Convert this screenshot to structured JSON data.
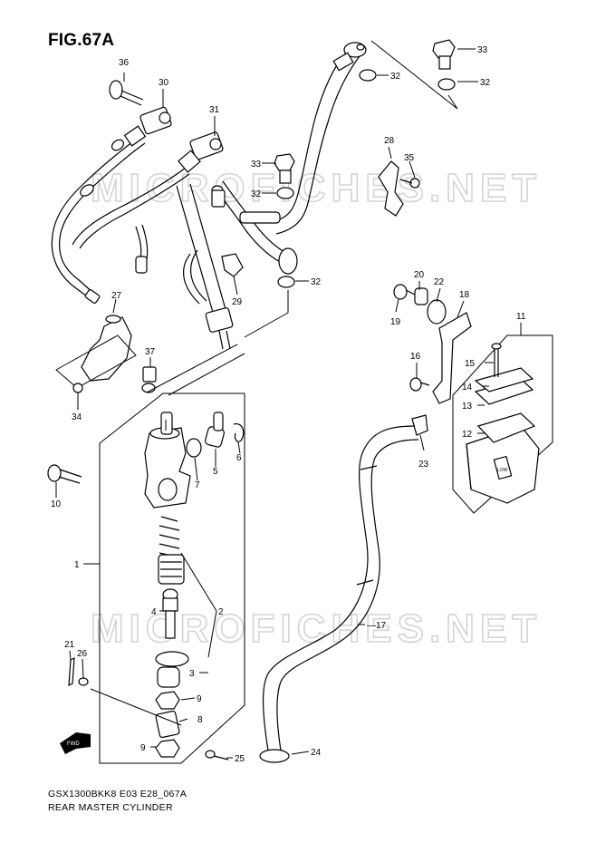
{
  "figure": {
    "title": "FIG.67A",
    "model_code": "GSX1300BKK8 E03 E28_067A",
    "section_name": "REAR MASTER CYLINDER"
  },
  "watermark": "MICROFICHES.NET",
  "callouts": [
    {
      "id": "c1",
      "label": "1"
    },
    {
      "id": "c2",
      "label": "2"
    },
    {
      "id": "c3",
      "label": "3"
    },
    {
      "id": "c4",
      "label": "4"
    },
    {
      "id": "c5",
      "label": "5"
    },
    {
      "id": "c6",
      "label": "6"
    },
    {
      "id": "c7",
      "label": "7"
    },
    {
      "id": "c8",
      "label": "8"
    },
    {
      "id": "c9a",
      "label": "9"
    },
    {
      "id": "c9b",
      "label": "9"
    },
    {
      "id": "c10",
      "label": "10"
    },
    {
      "id": "c11",
      "label": "11"
    },
    {
      "id": "c12",
      "label": "12"
    },
    {
      "id": "c13",
      "label": "13"
    },
    {
      "id": "c14",
      "label": "14"
    },
    {
      "id": "c15",
      "label": "15"
    },
    {
      "id": "c16",
      "label": "16"
    },
    {
      "id": "c17",
      "label": "17"
    },
    {
      "id": "c18",
      "label": "18"
    },
    {
      "id": "c19",
      "label": "19"
    },
    {
      "id": "c20",
      "label": "20"
    },
    {
      "id": "c21",
      "label": "21"
    },
    {
      "id": "c22",
      "label": "22"
    },
    {
      "id": "c23",
      "label": "23"
    },
    {
      "id": "c24",
      "label": "24"
    },
    {
      "id": "c25",
      "label": "25"
    },
    {
      "id": "c26",
      "label": "26"
    },
    {
      "id": "c27",
      "label": "27"
    },
    {
      "id": "c28",
      "label": "28"
    },
    {
      "id": "c29",
      "label": "29"
    },
    {
      "id": "c30",
      "label": "30"
    },
    {
      "id": "c31",
      "label": "31"
    },
    {
      "id": "c32a",
      "label": "32"
    },
    {
      "id": "c32b",
      "label": "32"
    },
    {
      "id": "c32c",
      "label": "32"
    },
    {
      "id": "c32d",
      "label": "32"
    },
    {
      "id": "c33a",
      "label": "33"
    },
    {
      "id": "c33b",
      "label": "33"
    },
    {
      "id": "c34",
      "label": "34"
    },
    {
      "id": "c35",
      "label": "35"
    },
    {
      "id": "c36",
      "label": "36"
    },
    {
      "id": "c37",
      "label": "37"
    }
  ],
  "fwd_label": "FWD",
  "reservoir_label": "LOW"
}
